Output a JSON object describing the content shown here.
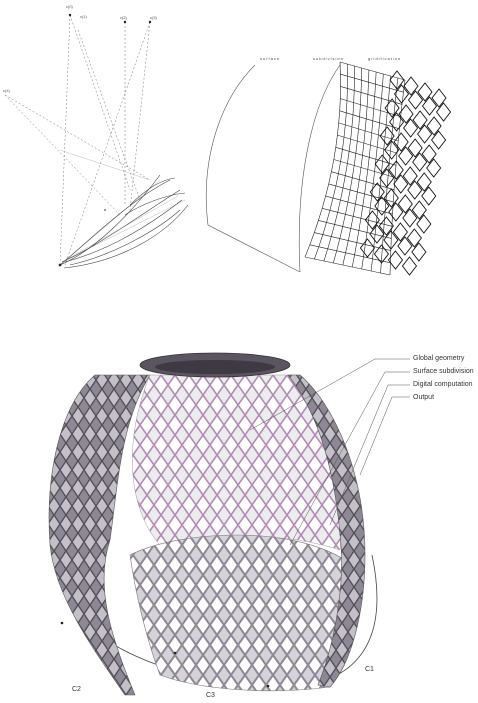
{
  "top_left": {
    "point_labels": [
      "c(0)",
      "c(1)",
      "c(2)",
      "c(3)",
      "c(4)"
    ]
  },
  "top_right": {
    "stages": [
      "surface",
      "subdivision",
      "gridification"
    ]
  },
  "main": {
    "legend": [
      "Global geometry",
      "Surface subdivision",
      "Digital computation",
      "Output"
    ],
    "curve_labels": [
      "C1",
      "C2",
      "C3"
    ],
    "colors": {
      "shell": "#b9b4bd",
      "shell_dark": "#7d7884",
      "inner_highlight": "#b28bb6",
      "line": "#555555"
    }
  }
}
